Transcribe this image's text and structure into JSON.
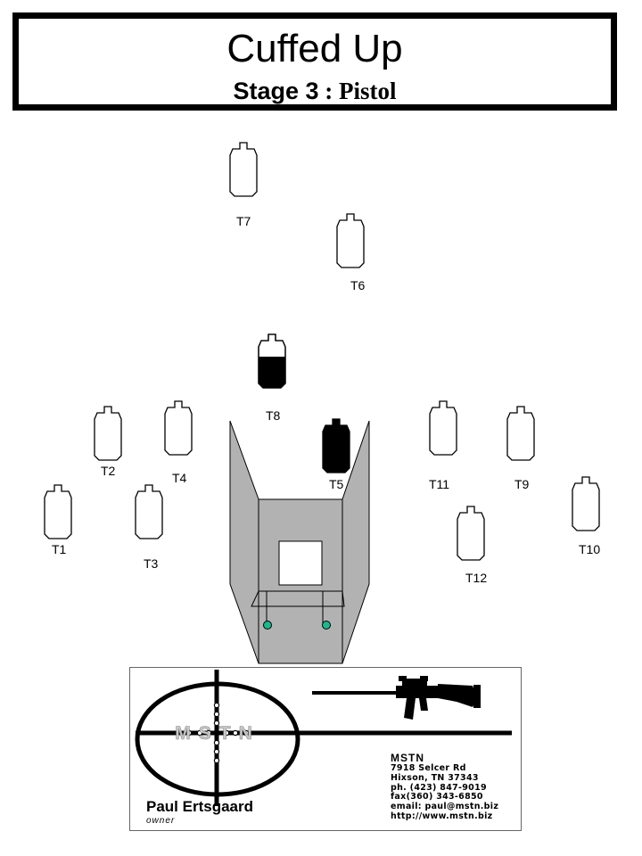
{
  "title": {
    "main": "Cuffed Up",
    "stage": "Stage 3",
    "separator": " : ",
    "division": "Pistol"
  },
  "targets": [
    {
      "id": "t1",
      "label": "T1",
      "type": "paper"
    },
    {
      "id": "t2",
      "label": "T2",
      "type": "paper"
    },
    {
      "id": "t3",
      "label": "T3",
      "type": "paper"
    },
    {
      "id": "t4",
      "label": "T4",
      "type": "paper"
    },
    {
      "id": "t5",
      "label": "T5",
      "type": "no-shoot-full"
    },
    {
      "id": "t6",
      "label": "T6",
      "type": "paper"
    },
    {
      "id": "t7",
      "label": "T7",
      "type": "paper"
    },
    {
      "id": "t8",
      "label": "T8",
      "type": "partial-hard-cover"
    },
    {
      "id": "t9",
      "label": "T9",
      "type": "paper"
    },
    {
      "id": "t10",
      "label": "T10",
      "type": "paper"
    },
    {
      "id": "t11",
      "label": "T11",
      "type": "paper"
    },
    {
      "id": "t12",
      "label": "T12",
      "type": "paper"
    }
  ],
  "colors": {
    "wall": "#b2b2b2",
    "window": "#ffffff",
    "start_marker": "#19b98c",
    "hard_cover": "#000000"
  },
  "card": {
    "name": "Paul Ertsgaard",
    "role": "owner",
    "company": "MSTN",
    "logo_text": "MSTN",
    "lines": [
      "7918 Selcer Rd",
      "Hixson, TN 37343",
      "ph. (423) 847-9019",
      "fax(360) 343-6850",
      "email: paul@mstn.biz",
      "http://www.mstn.biz"
    ],
    "icons": [
      "scope-crosshair-icon",
      "rifle-icon"
    ]
  }
}
